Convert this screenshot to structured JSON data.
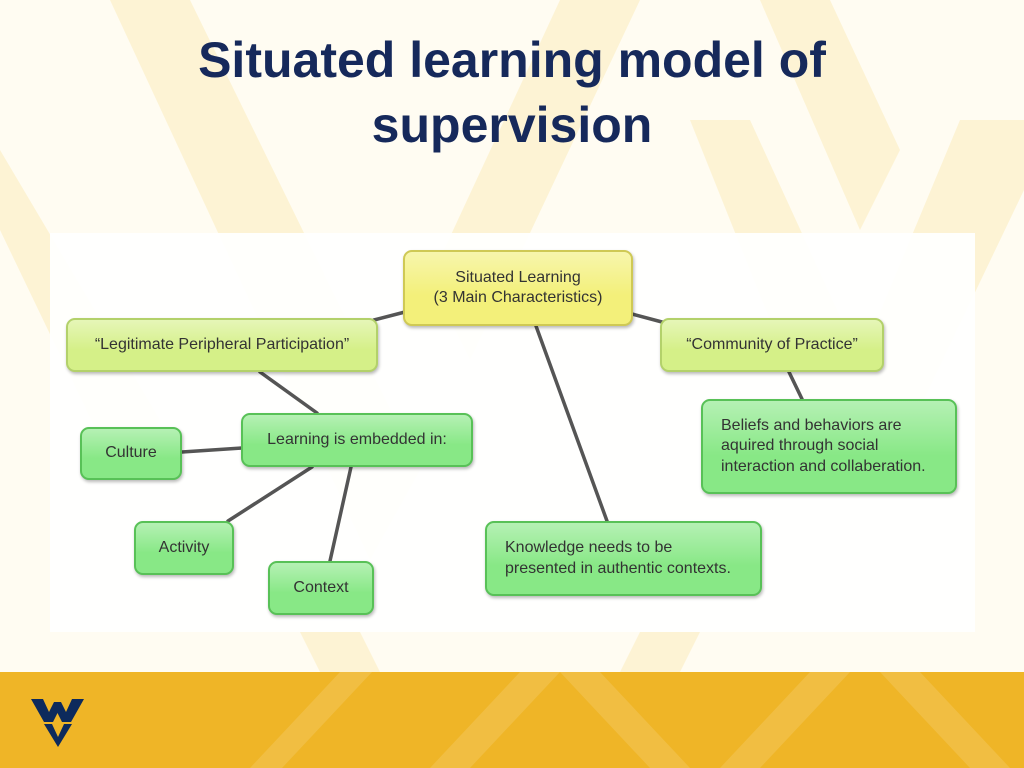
{
  "slide": {
    "title": "Situated learning model of supervision"
  },
  "diagram": {
    "root": {
      "lines": [
        "Situated Learning",
        "(3 Main Characteristics)"
      ]
    },
    "legitimate": {
      "label": "“Legitimate Peripheral Participation”"
    },
    "community": {
      "label": "“Community of Practice”"
    },
    "embedded": {
      "label": "Learning is embedded in:"
    },
    "culture": {
      "label": "Culture"
    },
    "activity": {
      "label": "Activity"
    },
    "context": {
      "label": "Context"
    },
    "knowledge": {
      "lines": [
        "Knowledge needs to be",
        "presented in authentic contexts."
      ]
    },
    "beliefs": {
      "lines": [
        "Beliefs and behaviors are",
        "aquired through social",
        "interaction and collaberation."
      ]
    }
  },
  "footer": {
    "logo_icon": "flying-wv-logo"
  },
  "colors": {
    "background": "#fffcf2",
    "background_pattern": "#fcefc7",
    "title": "#16295b",
    "root_fill": "#f3f07a",
    "characteristic_fill": "#d5f088",
    "leaf_fill": "#88e886",
    "connector": "#555555",
    "footer_band": "#efb527",
    "logo": "#0d2a5c"
  }
}
